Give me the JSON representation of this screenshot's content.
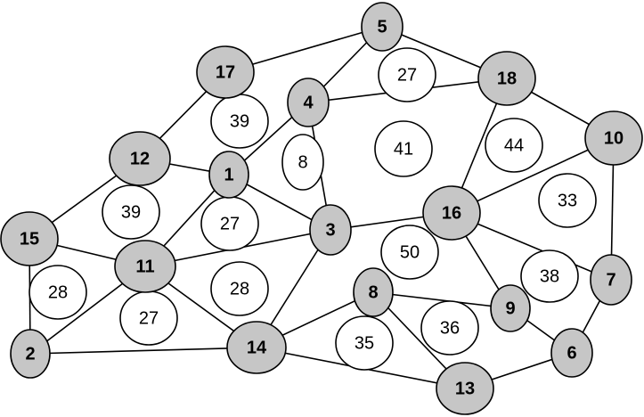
{
  "graph": {
    "vertices": [
      {
        "label": "1"
      },
      {
        "label": "2"
      },
      {
        "label": "3"
      },
      {
        "label": "4"
      },
      {
        "label": "5"
      },
      {
        "label": "6"
      },
      {
        "label": "7"
      },
      {
        "label": "8"
      },
      {
        "label": "9"
      },
      {
        "label": "10"
      },
      {
        "label": "11"
      },
      {
        "label": "12"
      },
      {
        "label": "13"
      },
      {
        "label": "14"
      },
      {
        "label": "15"
      },
      {
        "label": "16"
      },
      {
        "label": "17"
      },
      {
        "label": "18"
      }
    ],
    "edges": [
      [
        "17",
        "5"
      ],
      [
        "5",
        "18"
      ],
      [
        "5",
        "4"
      ],
      [
        "17",
        "12"
      ],
      [
        "4",
        "18"
      ],
      [
        "4",
        "1"
      ],
      [
        "4",
        "3"
      ],
      [
        "18",
        "10"
      ],
      [
        "18",
        "16"
      ],
      [
        "12",
        "15"
      ],
      [
        "12",
        "1"
      ],
      [
        "1",
        "11"
      ],
      [
        "1",
        "3"
      ],
      [
        "10",
        "16"
      ],
      [
        "10",
        "7"
      ],
      [
        "15",
        "11"
      ],
      [
        "15",
        "2"
      ],
      [
        "11",
        "3"
      ],
      [
        "11",
        "2"
      ],
      [
        "11",
        "14"
      ],
      [
        "3",
        "16"
      ],
      [
        "3",
        "14"
      ],
      [
        "16",
        "9"
      ],
      [
        "16",
        "7"
      ],
      [
        "2",
        "14"
      ],
      [
        "14",
        "8"
      ],
      [
        "14",
        "13"
      ],
      [
        "8",
        "9"
      ],
      [
        "8",
        "13"
      ],
      [
        "9",
        "6"
      ],
      [
        "7",
        "6"
      ],
      [
        "6",
        "13"
      ]
    ],
    "faces": [
      {
        "label": "27"
      },
      {
        "label": "39"
      },
      {
        "label": "8"
      },
      {
        "label": "41"
      },
      {
        "label": "44"
      },
      {
        "label": "39"
      },
      {
        "label": "27"
      },
      {
        "label": "33"
      },
      {
        "label": "50"
      },
      {
        "label": "28"
      },
      {
        "label": "38"
      },
      {
        "label": "28"
      },
      {
        "label": "27"
      },
      {
        "label": "36"
      },
      {
        "label": "35"
      }
    ]
  },
  "colors": {
    "vertex_fill": "#c6c6c6",
    "face_fill": "#ffffff",
    "stroke": "#000000"
  }
}
